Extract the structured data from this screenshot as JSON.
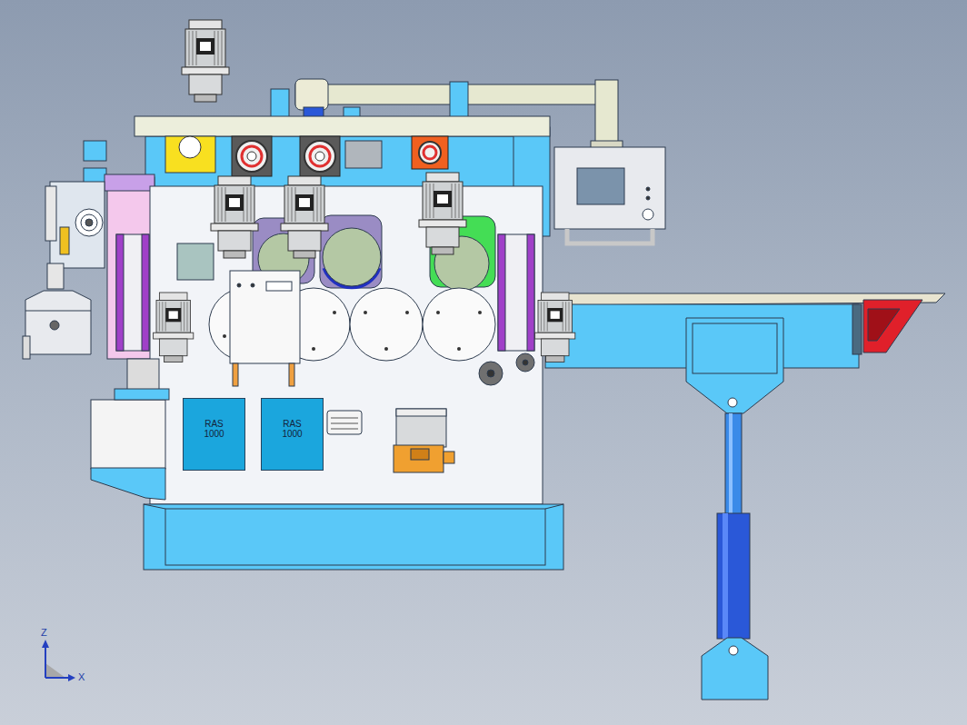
{
  "diagram": {
    "nodes": [
      {
        "text": [
          "RAS 1000"
        ]
      },
      {
        "text": [
          "RAS 1000"
        ]
      }
    ],
    "labels": [
      "Z",
      "X"
    ]
  }
}
